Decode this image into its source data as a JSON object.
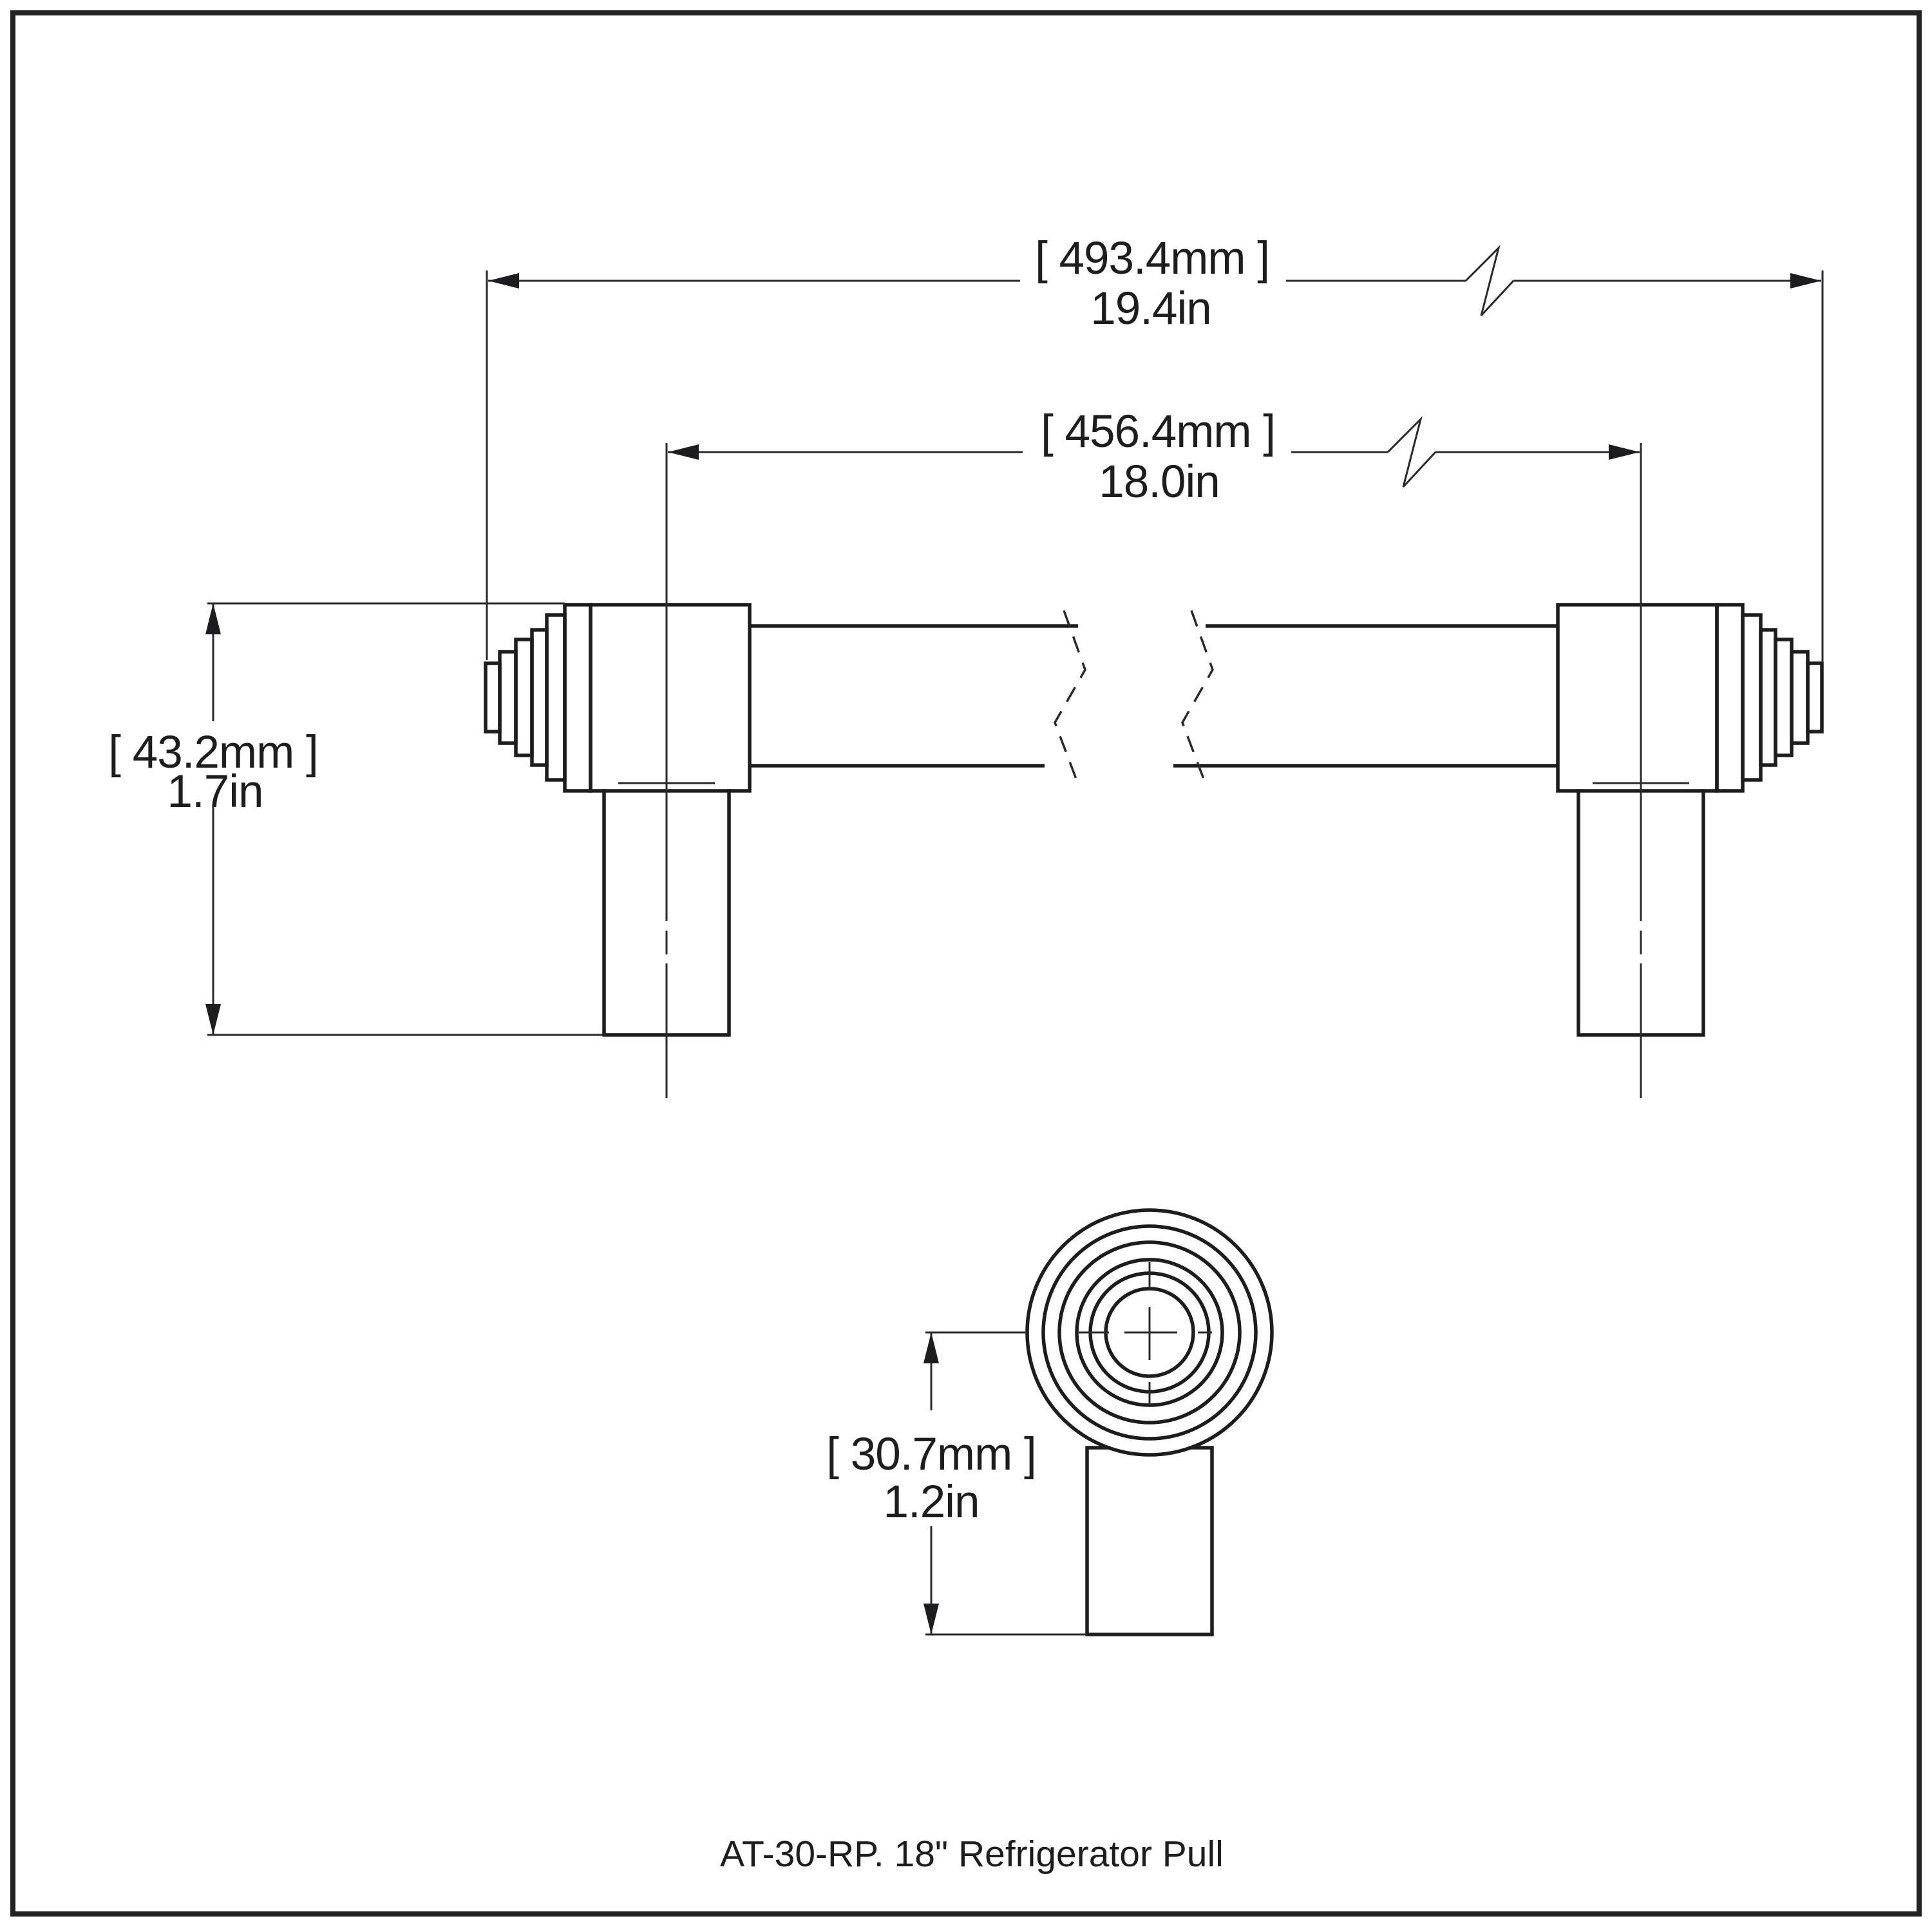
{
  "title_block": {
    "caption": "AT-30-RP. 18\" Refrigerator Pull"
  },
  "dims": {
    "overall_length": {
      "mm": "[ 493.4mm ]",
      "in": "19.4in"
    },
    "center_to_center": {
      "mm": "[ 456.4mm ]",
      "in": "18.0in"
    },
    "overall_height": {
      "mm": "[ 43.2mm ]",
      "in": "1.7in"
    },
    "post_projection": {
      "mm": "[ 30.7mm ]",
      "in": "1.2in"
    }
  },
  "colors": {
    "line": "#1d1d1f",
    "background": "#ffffff"
  }
}
